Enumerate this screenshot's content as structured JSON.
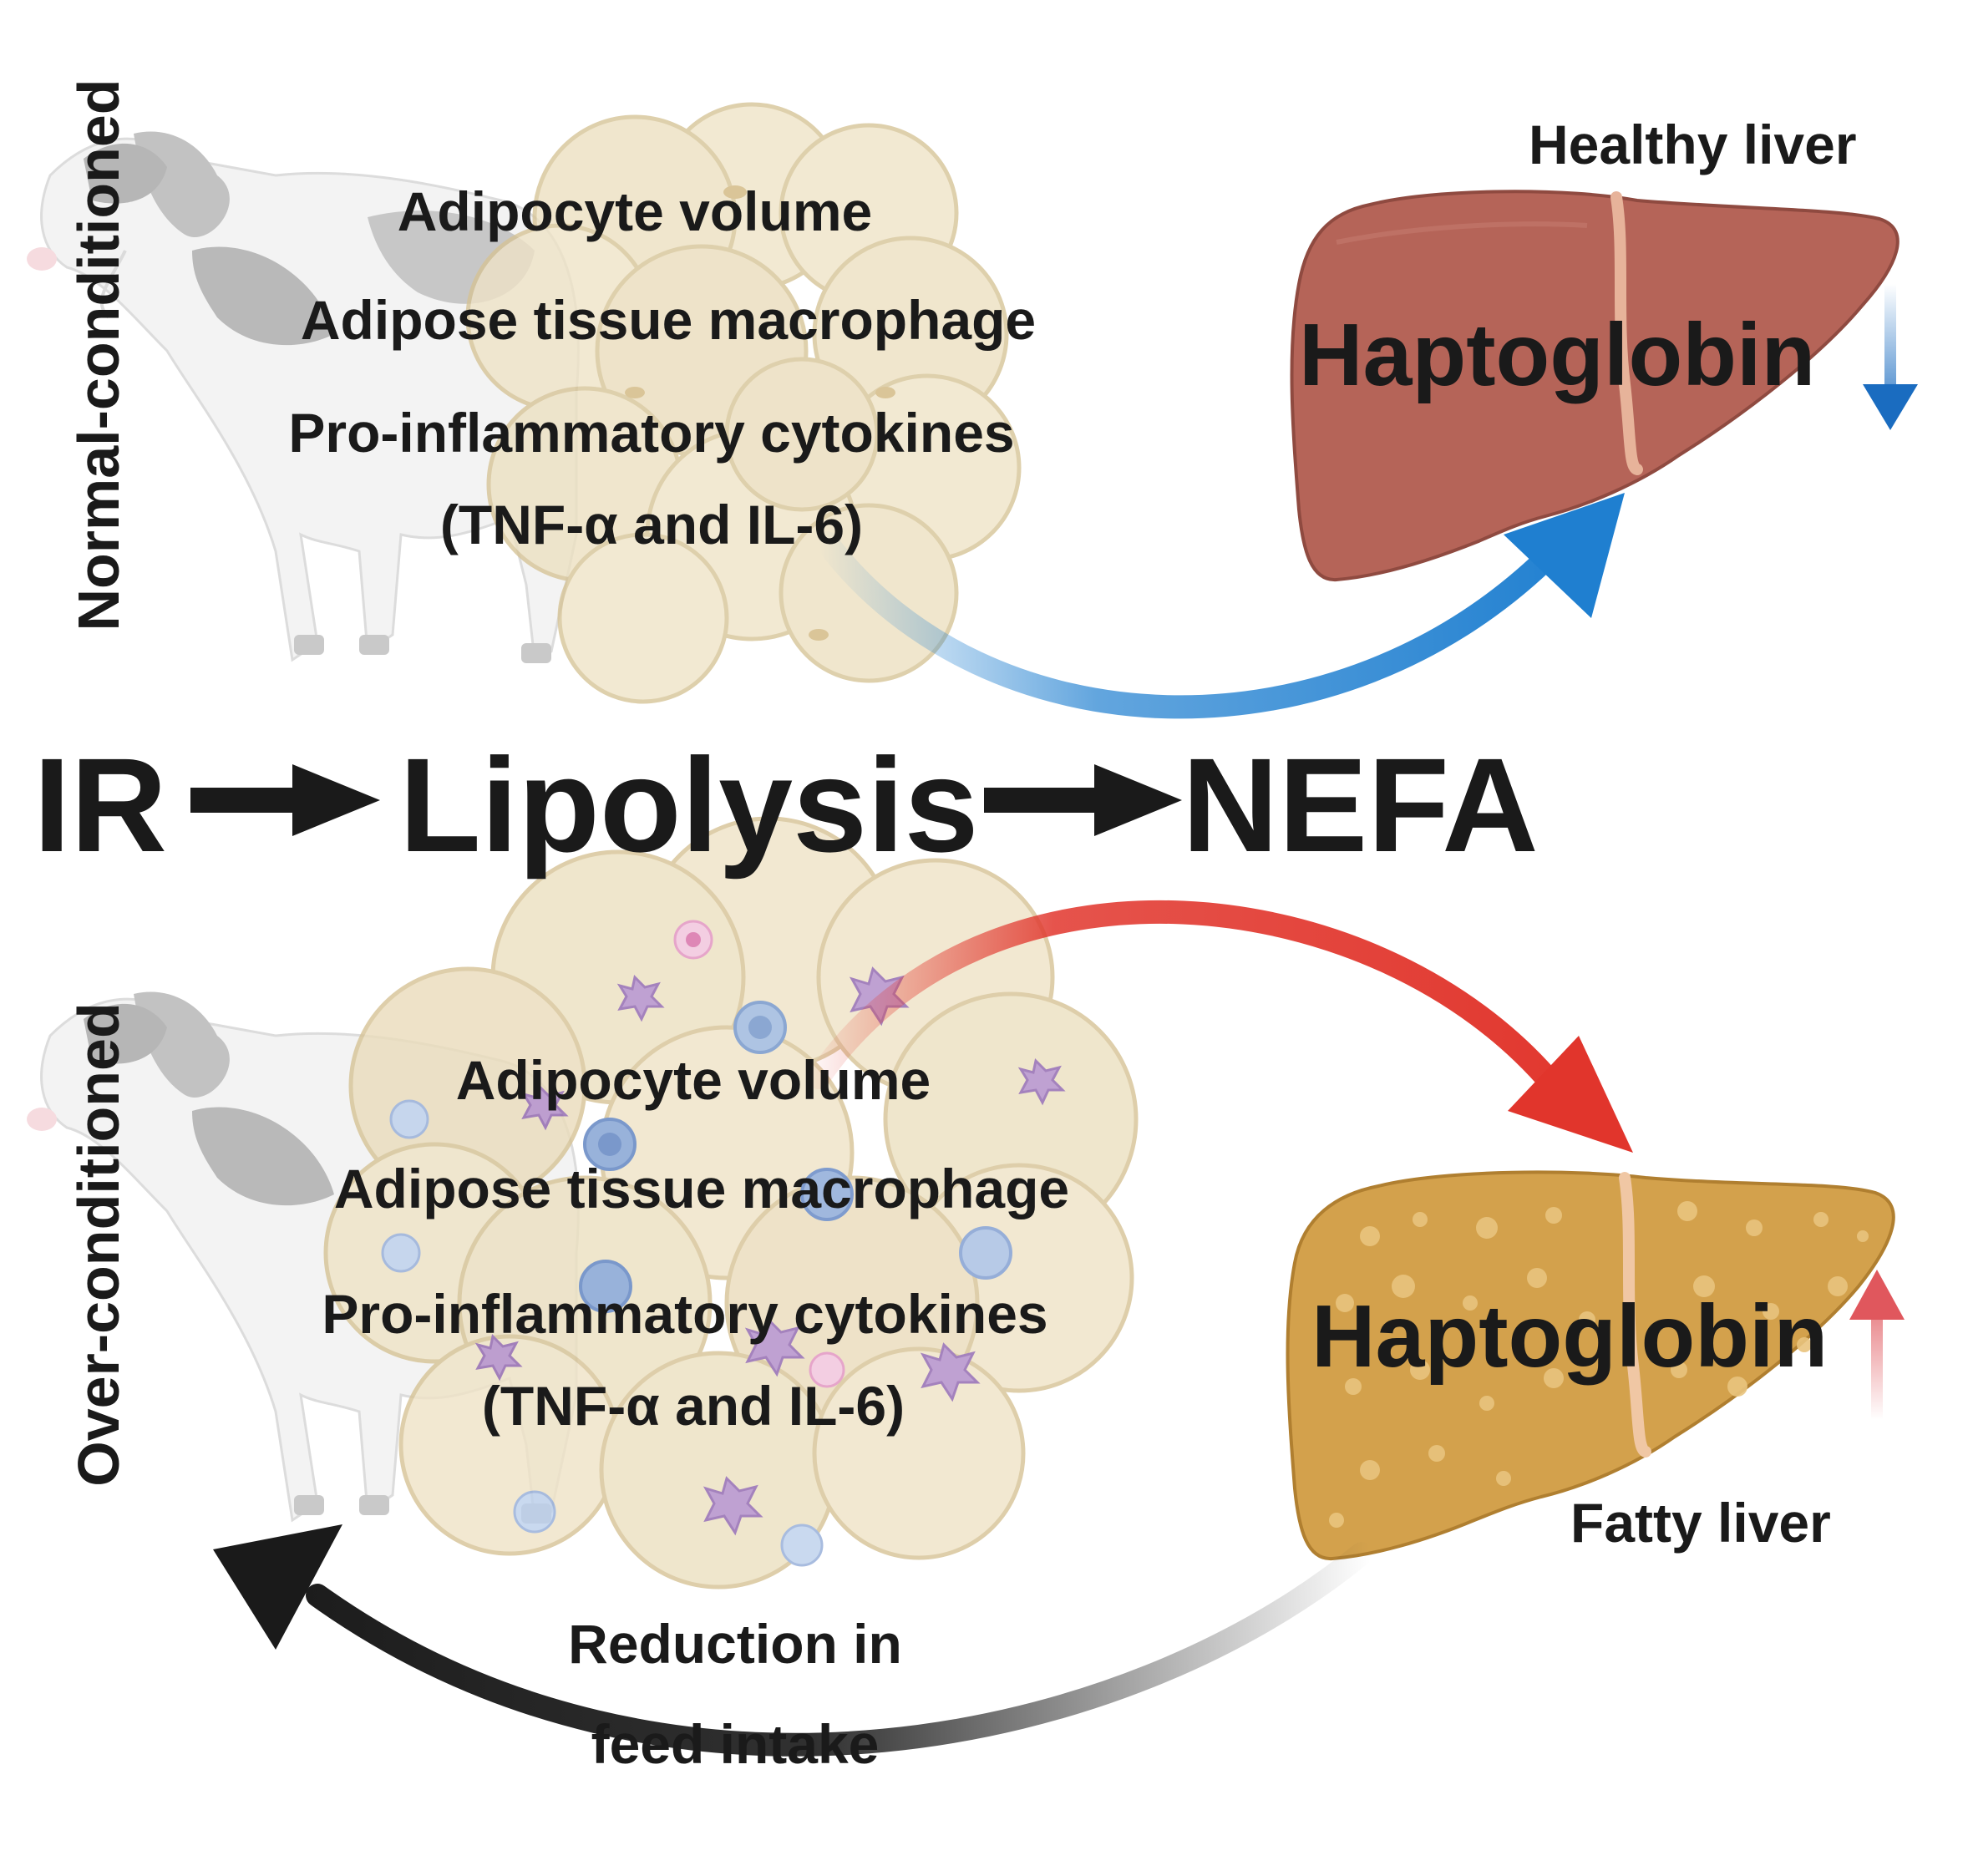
{
  "top": {
    "side_label": "Normal-conditioned",
    "lines": [
      "Adipocyte volume",
      "Adipose tissue macrophage",
      "Pro-inflammatory cytokines",
      "(TNF-α and IL-6)"
    ],
    "liver_label": "Healthy liver",
    "marker": "Haptoglobin",
    "trend": "down",
    "liver_color": "#b56458",
    "arrow_color": "#1f7fd0"
  },
  "middle": {
    "steps": [
      "IR",
      "Lipolysis",
      "NEFA"
    ]
  },
  "bottom": {
    "side_label": "Over-conditioned",
    "lines": [
      "Adipocyte volume",
      "Adipose tissue macrophage",
      "Pro-inflammatory cytokines",
      "(TNF-α and IL-6)"
    ],
    "liver_label": "Fatty liver",
    "marker": "Haptoglobin",
    "trend": "up",
    "liver_color": "#d3a14c",
    "arrow_color": "#e1352c",
    "feedback_label": [
      "Reduction in",
      "feed intake"
    ]
  }
}
